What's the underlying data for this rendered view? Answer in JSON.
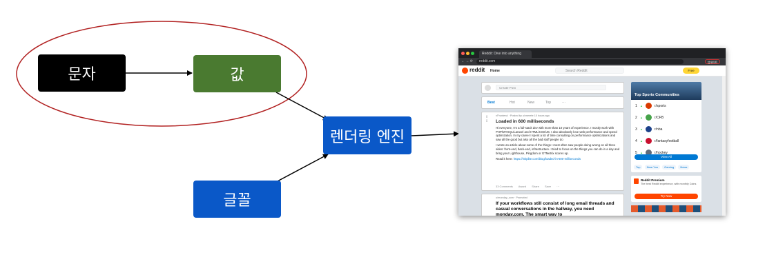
{
  "diagram": {
    "nodes": {
      "char": "문자",
      "value": "값",
      "render": "렌더링 엔진",
      "font": "글꼴"
    },
    "edges": [
      {
        "from": "char",
        "to": "value"
      },
      {
        "from": "value",
        "to": "render"
      },
      {
        "from": "font",
        "to": "render"
      },
      {
        "from": "render",
        "to": "screenshot"
      }
    ],
    "highlight_ellipse_color": "#b22222"
  },
  "browser": {
    "tab_title": "Reddit: Dive into anything",
    "url": "reddit.com",
    "ext_button": "업데이트"
  },
  "reddit": {
    "logo": "reddit",
    "home": "Home",
    "search_placeholder": "Search Reddit",
    "free": "Free",
    "create_post": "Create Post",
    "sort": [
      "Best",
      "Hot",
      "New",
      "Top",
      "···"
    ],
    "post": {
      "meta": "r/Frontend · Posted by u/vnerete 10 hours ago",
      "title": "Loaded in 600 milliseconds",
      "p1": "Hi everyone, I'm a full-stack dev with more than 10 years of experience. I mostly work with PHP/MYSQL/Laravel and HTML/CSS/JS. I also absolutely love web performance and speed optimization. In my career I spent a lot of time consulting on performance optimizations and saw all the good but also all the bad stuff people do",
      "p2": "I wrote an article about some of the things I most often saw people doing wrong on all three sides: front-end, back-end, infrastructure. I tried to focus on the things you can do in a day and bring your Lighthouse, Pingdom or GTMetrix scores up.",
      "p3_label": "Read it here:",
      "p3_link": "https://inkplite.com/blog/loaded-in-600-milliseconds",
      "actions": [
        "33 Comments",
        "Award",
        "Share",
        "Save",
        "···"
      ]
    },
    "promo": {
      "meta": "u/monday_com · Promoted",
      "title": "If your workflows still consist of long email threads and casual conversations in the hallway, you need monday.com. The smart way to"
    },
    "communities": {
      "heading": "Top Sports Communities",
      "items": [
        {
          "rank": "1",
          "name": "r/sports"
        },
        {
          "rank": "2",
          "name": "r/CFB"
        },
        {
          "rank": "3",
          "name": "r/nba"
        },
        {
          "rank": "4",
          "name": "r/fantasyfootball"
        },
        {
          "rank": "5",
          "name": "r/hockey"
        }
      ],
      "view_all": "View All",
      "chips": [
        "Top",
        "Near You",
        "Gaming",
        "News"
      ]
    },
    "premium": {
      "title": "Reddit Premium",
      "desc": "The best Reddit experience, with monthly Coins",
      "try": "Try Now"
    }
  }
}
